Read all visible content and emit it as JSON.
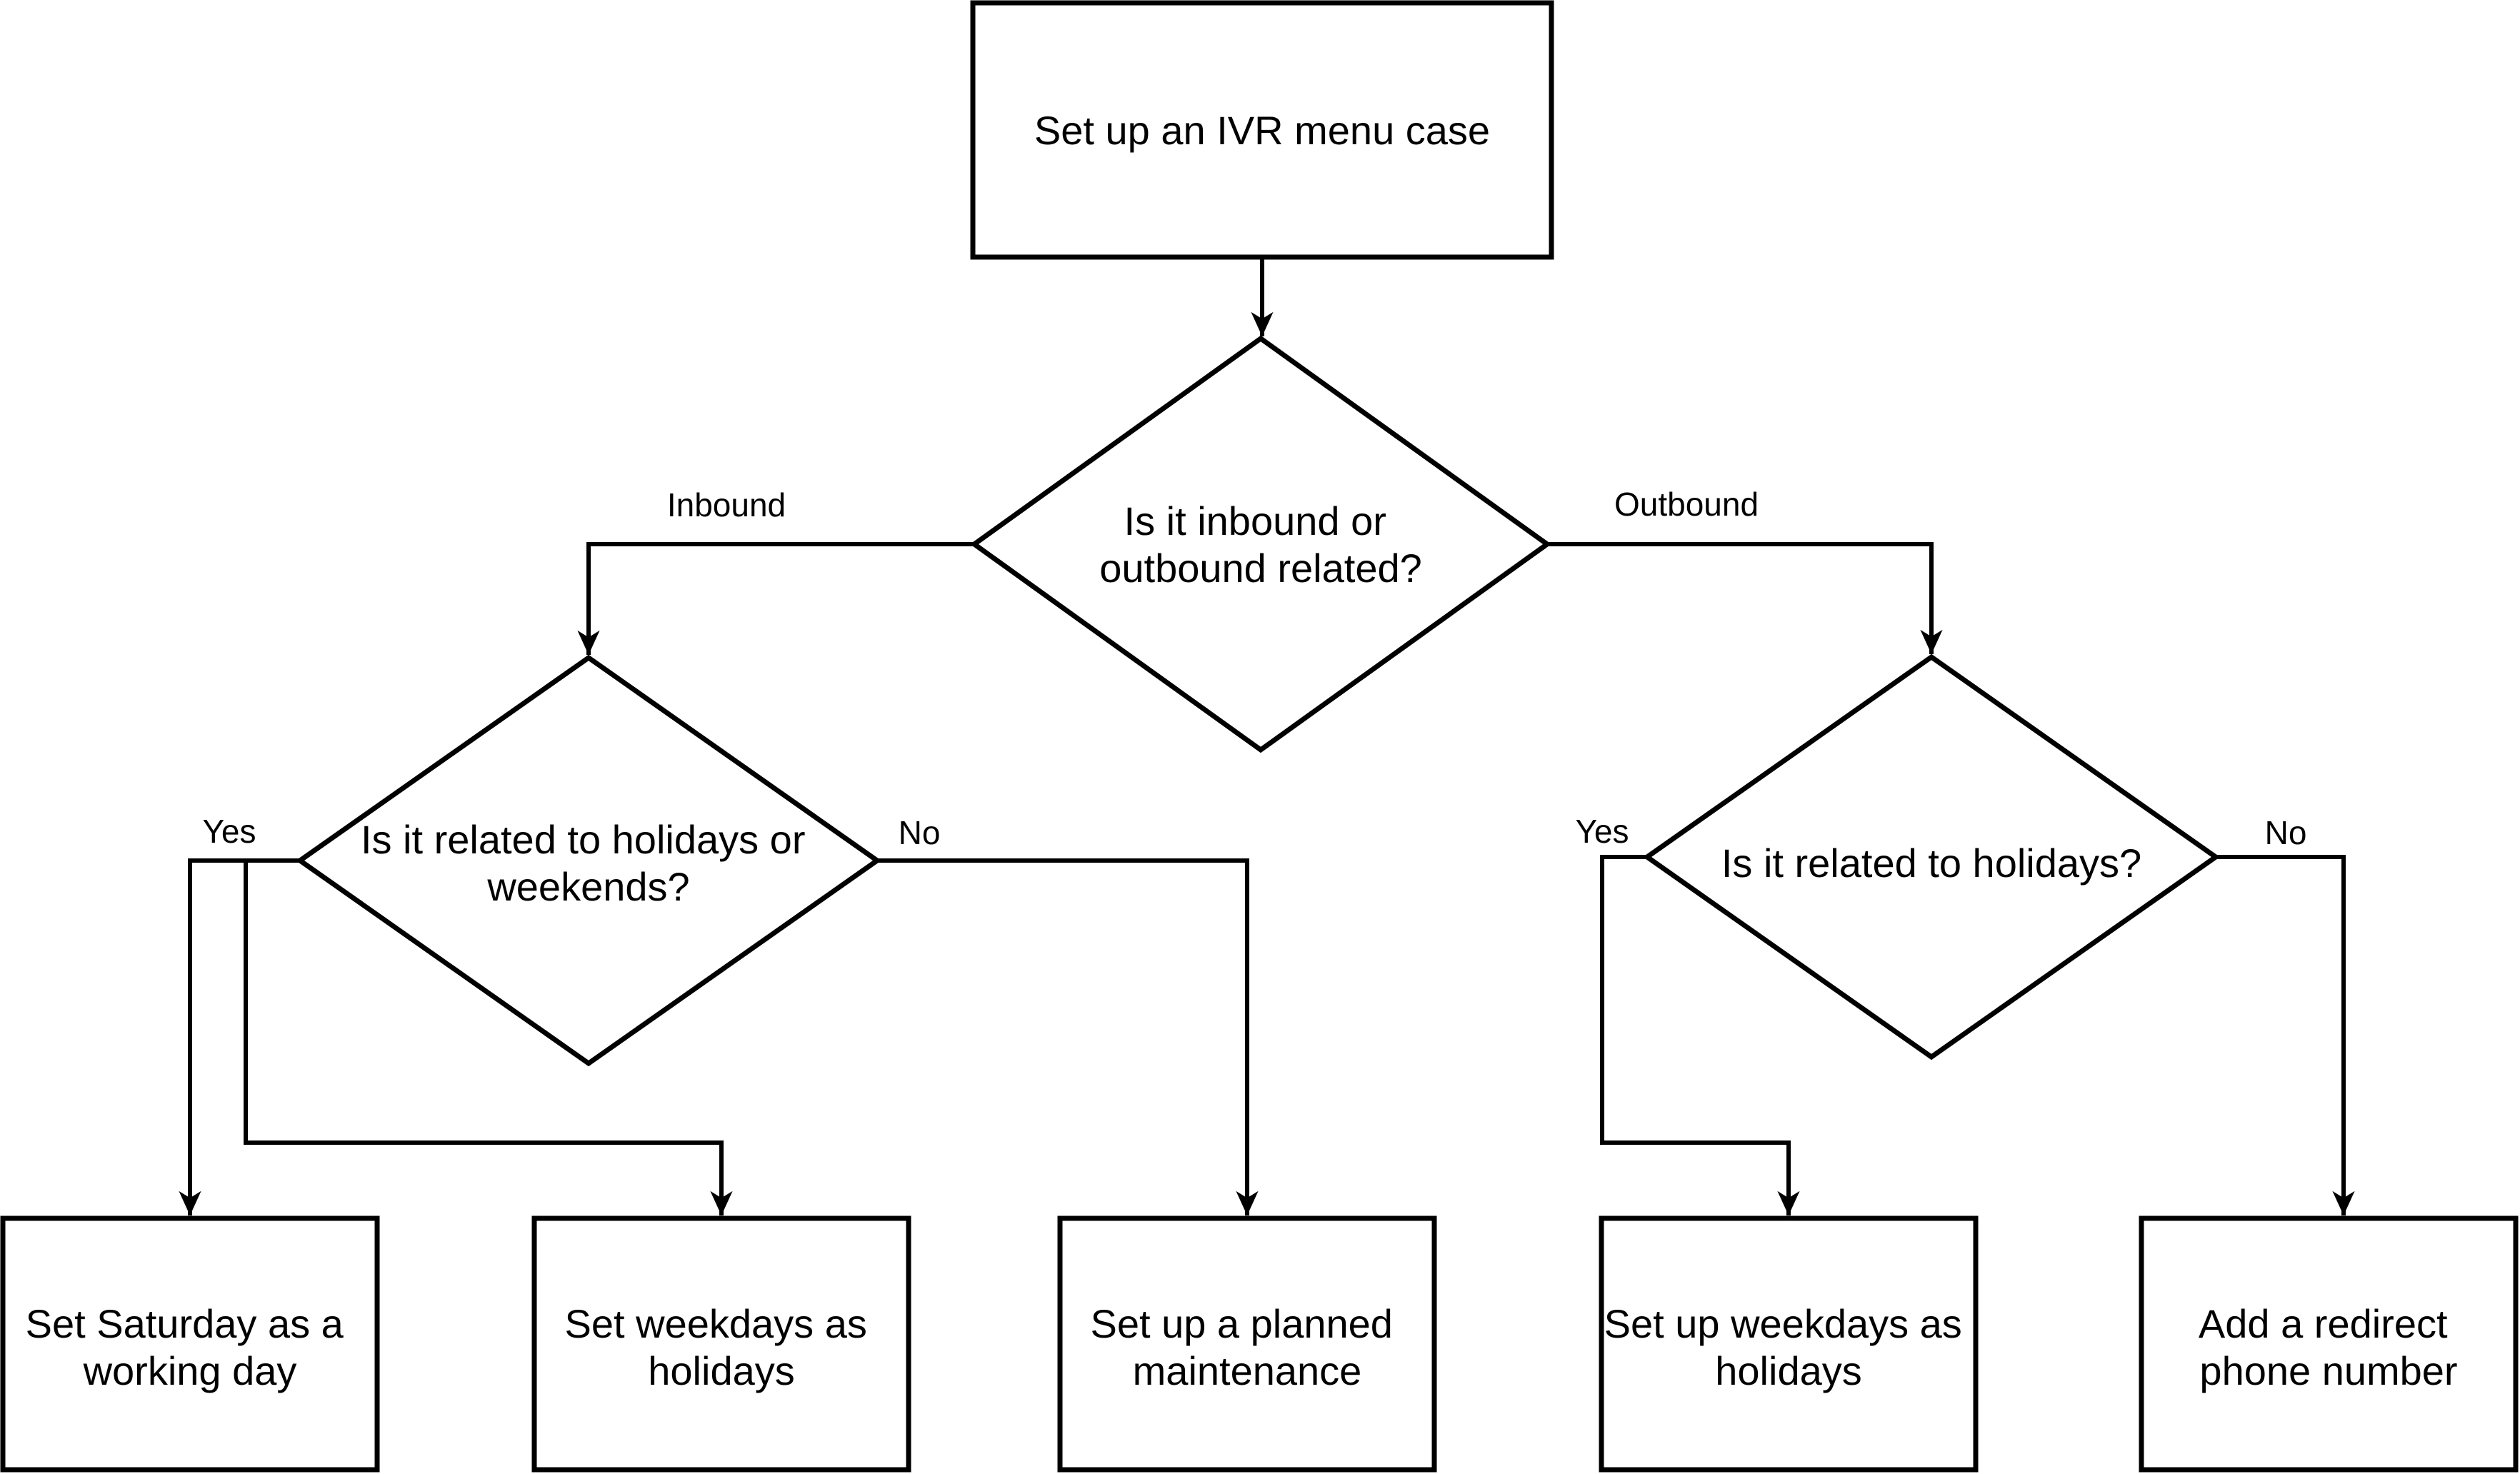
{
  "diagram": {
    "type": "flowchart",
    "colors": {
      "background": "#ffffff",
      "line": "#000000",
      "text": "#000000",
      "node_fill": "#ffffff"
    },
    "nodes": {
      "start": {
        "label": "Set up an IVR menu case"
      },
      "decision_main": {
        "lines": [
          "Is it inbound or",
          "outbound related?"
        ]
      },
      "decision_inbound": {
        "lines": [
          "Is it related to holidays or",
          "weekends?"
        ]
      },
      "decision_outbound": {
        "label": "Is it related to holidays?"
      },
      "box_saturday": {
        "lines": [
          "Set Saturday as a",
          "working day"
        ]
      },
      "box_weekdays_inbound": {
        "lines": [
          "Set weekdays as",
          "holidays"
        ]
      },
      "box_maintenance": {
        "lines": [
          "Set up a planned",
          "maintenance"
        ]
      },
      "box_weekdays_outbound": {
        "lines": [
          "Set up weekdays as",
          "holidays"
        ]
      },
      "box_redirect": {
        "lines": [
          "Add a redirect",
          "phone number"
        ]
      }
    },
    "edge_labels": {
      "inbound": "Inbound",
      "outbound": "Outbound",
      "yes_left": "Yes",
      "no_left": "No",
      "yes_right": "Yes",
      "no_right": "No"
    }
  }
}
